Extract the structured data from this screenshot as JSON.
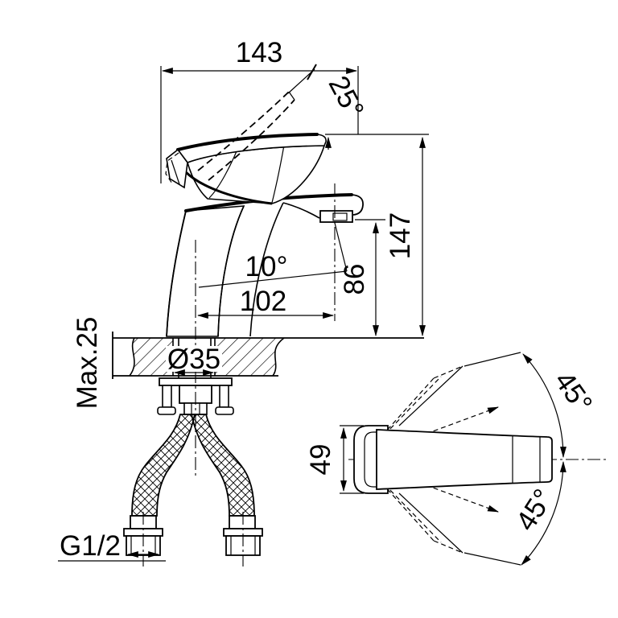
{
  "colors": {
    "line": "#000000",
    "background": "#ffffff"
  },
  "drawing": {
    "front_view": {
      "dimensions": {
        "overall_width": "143",
        "handle_open_angle": "25°",
        "overall_height": "147",
        "outlet_height": "86",
        "stream_angle": "10°",
        "spout_reach": "102",
        "deck_thickness": "Max.25",
        "hole_diameter": "Ø35",
        "connection_thread": "G1/2"
      }
    },
    "top_view": {
      "dimensions": {
        "handle_width": "49",
        "swing_up_angle": "45°",
        "swing_down_angle": "45°"
      }
    }
  }
}
